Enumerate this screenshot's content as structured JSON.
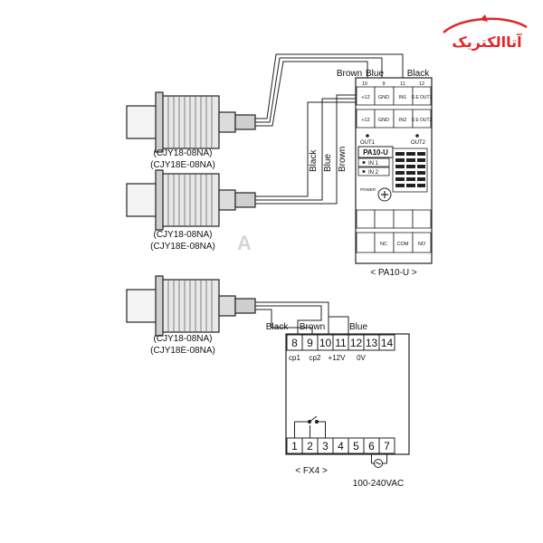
{
  "brand": {
    "logo_text": "آتاالکتریک",
    "color": "#e2262b"
  },
  "watermark": {
    "letter": "A"
  },
  "sensors": [
    {
      "model_1": "(CJY18-08NA)",
      "model_2": "(CJY18E-08NA)"
    },
    {
      "model_1": "(CJY18-08NA)",
      "model_2": "(CJY18E-08NA)"
    },
    {
      "model_1": "(CJY18-08NA)",
      "model_2": "(CJY18E-08NA)"
    }
  ],
  "wire_colors": {
    "brown": "Brown",
    "blue": "Blue",
    "black": "Black"
  },
  "pa10": {
    "caption": "< PA10-U >",
    "top_numbers": [
      "10",
      "9",
      "11",
      "12"
    ],
    "row1": [
      "+12",
      "GND",
      "IN1",
      "S E OUT1"
    ],
    "row2": [
      "+12",
      "GND",
      "IN2",
      "S E OUT2"
    ],
    "out1": "OUT1",
    "out2": "OUT2",
    "model": "PA10-U",
    "in1": "IN 1",
    "in2": "IN 2",
    "power": "POWER",
    "bottom": [
      "NC",
      "COM",
      "NO"
    ]
  },
  "fx4": {
    "caption": "< FX4 >",
    "top_terminals": [
      "8",
      "9",
      "10",
      "11",
      "12",
      "13",
      "14"
    ],
    "top_functions": [
      "cp1",
      "cp2",
      "+12V",
      "0V"
    ],
    "bottom_terminals": [
      "1",
      "2",
      "3",
      "4",
      "5",
      "6",
      "7"
    ],
    "supply": "100-240VAC"
  }
}
